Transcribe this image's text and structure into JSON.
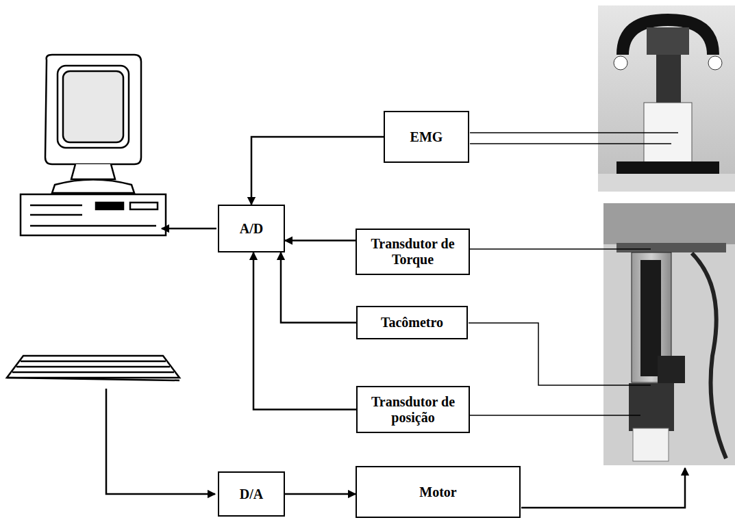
{
  "diagram": {
    "nodes": [
      {
        "text": [
          "EMG"
        ]
      },
      {
        "text": [
          "A/D"
        ]
      },
      {
        "text": [
          "Transdutor de Torque"
        ]
      },
      {
        "text": [
          "Tacômetro"
        ]
      },
      {
        "text": [
          "Transdutor de posição"
        ]
      },
      {
        "text": [
          "D/A"
        ]
      },
      {
        "text": [
          "Motor"
        ]
      }
    ],
    "edges": [
      {
        "from": 0,
        "to": 1,
        "arrow": "to"
      },
      {
        "from": 2,
        "to": 1,
        "arrow": "to"
      },
      {
        "from": 3,
        "to": 1,
        "arrow": "to"
      },
      {
        "from": 4,
        "to": 1,
        "arrow": "to"
      },
      {
        "from": 5,
        "to": 6,
        "arrow": "to"
      }
    ]
  }
}
